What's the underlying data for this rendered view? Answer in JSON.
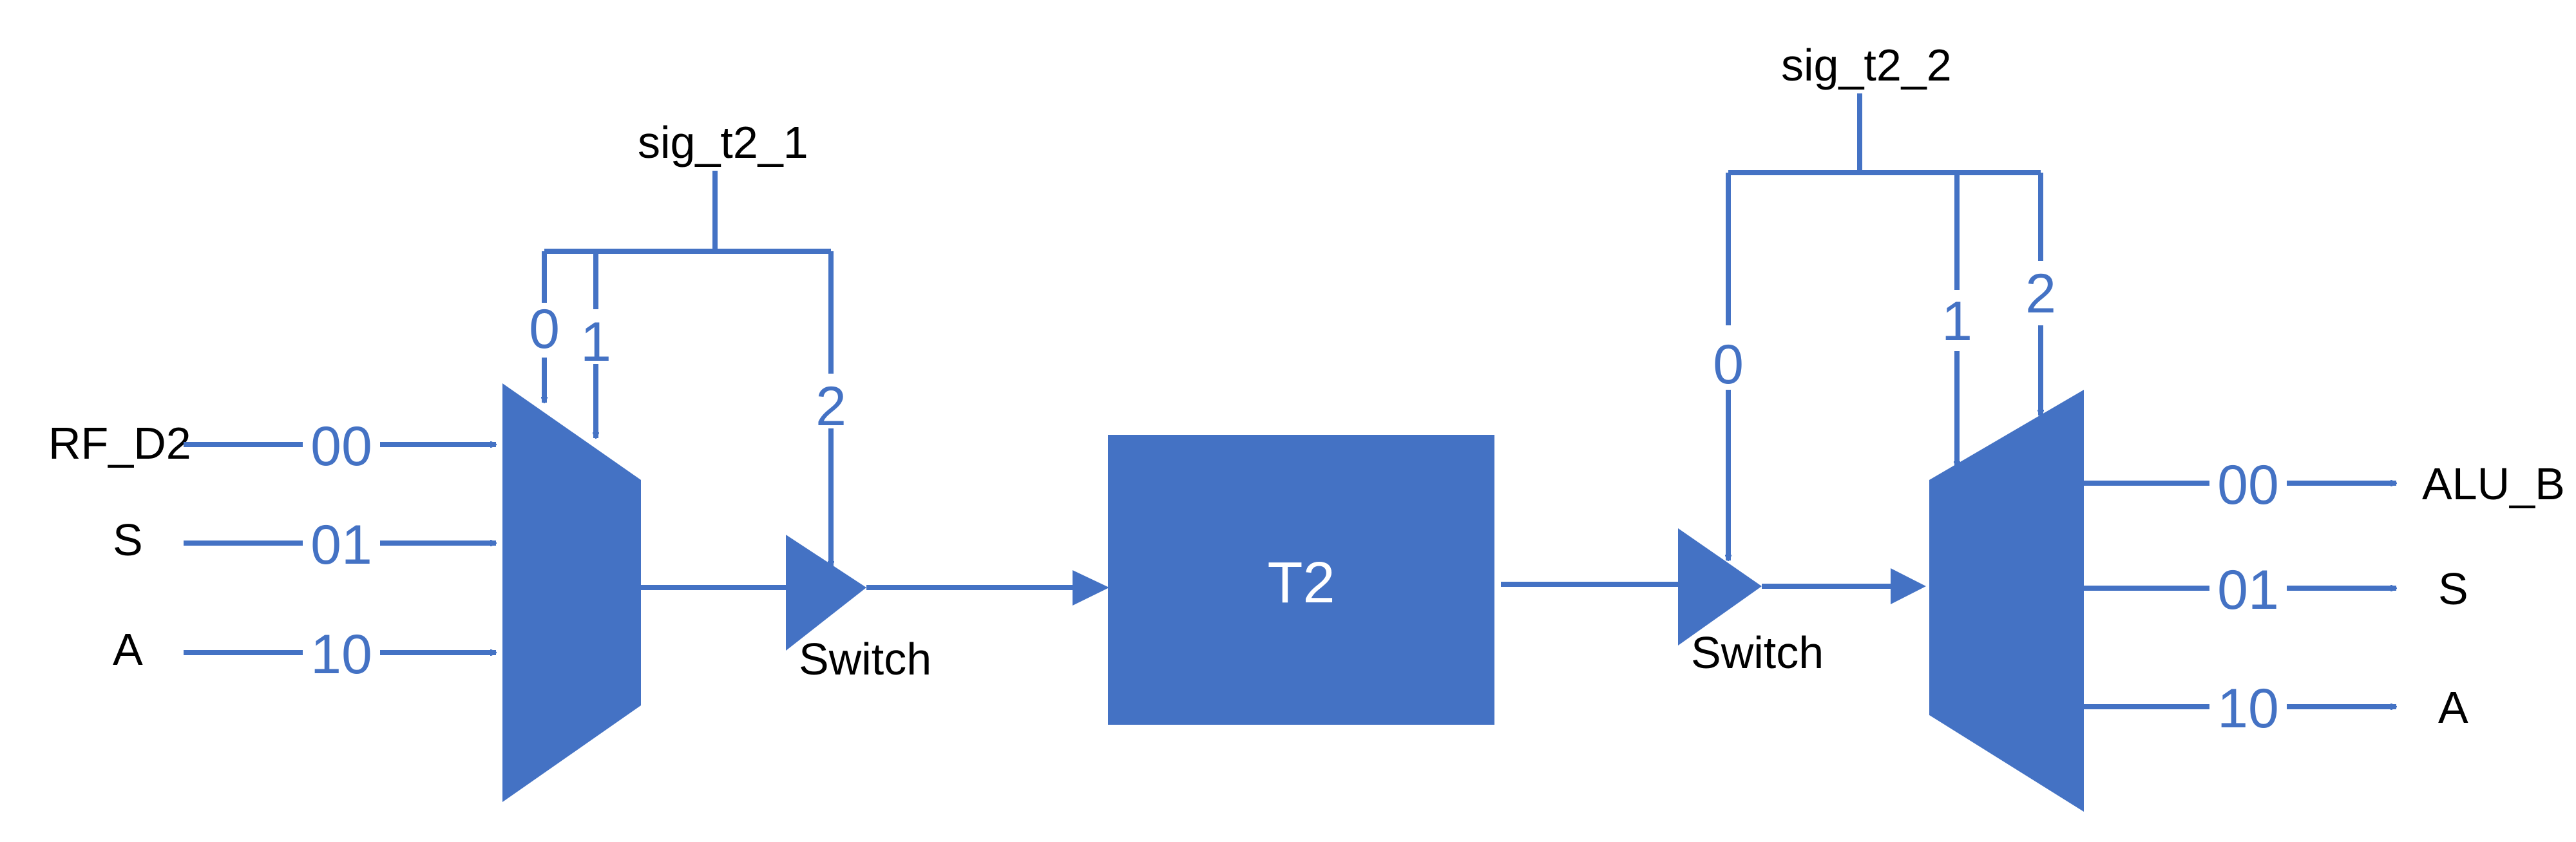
{
  "signals": {
    "sig1": "sig_t2_1",
    "sig2": "sig_t2_2"
  },
  "mux_in": {
    "inputs": [
      {
        "name": "RF_D2",
        "code": "00"
      },
      {
        "name": "S",
        "code": "01"
      },
      {
        "name": "A",
        "code": "10"
      }
    ],
    "select_labels": [
      "0",
      "1",
      "2"
    ]
  },
  "switch_left": {
    "label": "Switch"
  },
  "register": {
    "label": "T2"
  },
  "switch_right": {
    "label": "Switch"
  },
  "mux_out": {
    "outputs": [
      {
        "name": "ALU_B",
        "code": "00"
      },
      {
        "name": "S",
        "code": "01"
      },
      {
        "name": "A",
        "code": "10"
      }
    ],
    "select_labels": [
      "0",
      "1",
      "2"
    ]
  },
  "colors": {
    "accent": "#4472c4",
    "text": "#000000",
    "background": "#ffffff"
  }
}
